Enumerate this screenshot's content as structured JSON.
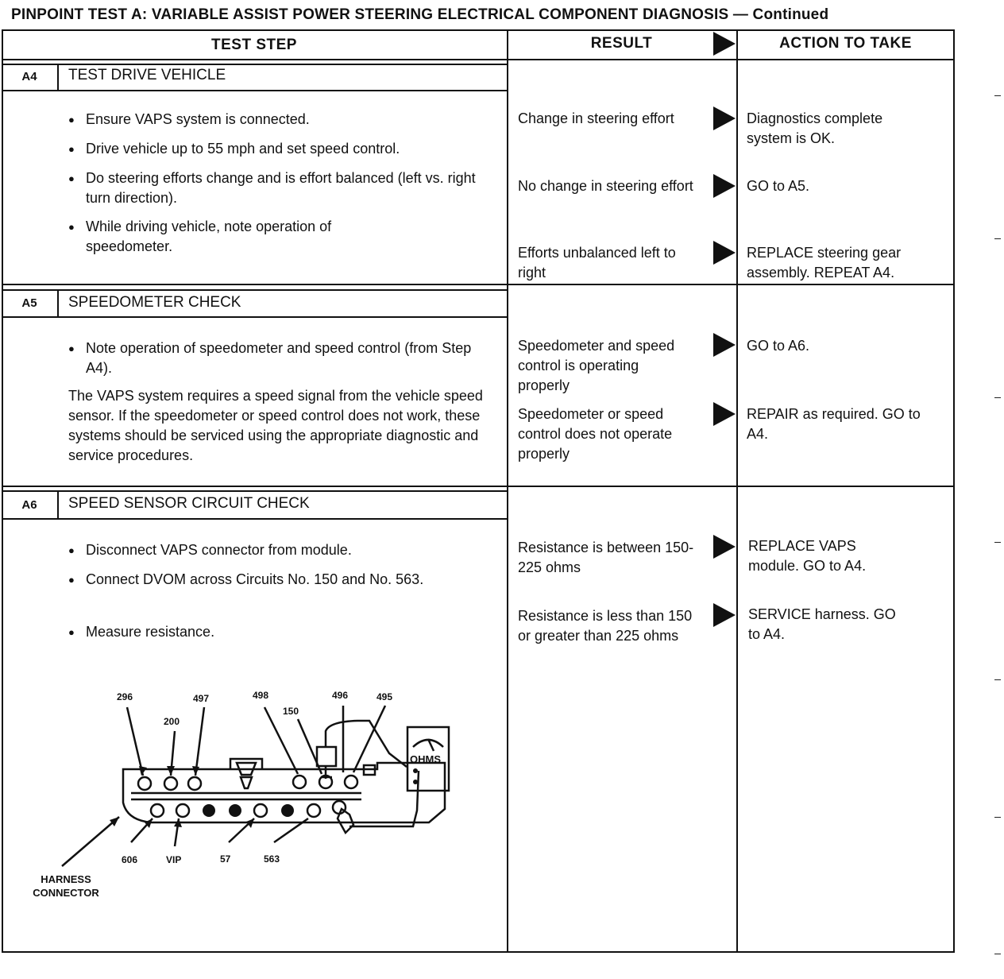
{
  "title": "PINPOINT TEST A: VARIABLE ASSIST POWER STEERING ELECTRICAL COMPONENT DIAGNOSIS — Continued",
  "headers": {
    "test_step": "TEST STEP",
    "result": "RESULT",
    "action": "ACTION TO TAKE"
  },
  "steps": [
    {
      "id": "A4",
      "title": "TEST DRIVE VEHICLE",
      "bullets": [
        "Ensure VAPS system is connected.",
        "Drive vehicle up to 55 mph and set speed control.",
        "Do steering efforts change and is effort balanced (left vs. right turn direction).",
        "While driving vehicle, note operation of speedometer."
      ],
      "results": [
        {
          "result": "Change in steering effort",
          "action": "Diagnostics complete system is OK."
        },
        {
          "result": "No change in steering effort",
          "action": "GO to A5."
        },
        {
          "result": "Efforts unbalanced left to right",
          "action": "REPLACE steering gear assembly. REPEAT A4."
        }
      ]
    },
    {
      "id": "A5",
      "title": "SPEEDOMETER CHECK",
      "bullets": [
        "Note operation of speedometer and speed control (from Step A4)."
      ],
      "paragraph": "The VAPS system requires a speed signal from the vehicle speed sensor. If the speedometer or speed control does not work, these systems should be serviced using the appropriate diagnostic and service procedures.",
      "results": [
        {
          "result": "Speedometer and speed control is operating properly",
          "action": "GO to A6."
        },
        {
          "result": "Speedometer or speed control does not operate properly",
          "action": "REPAIR as required. GO to A4."
        }
      ]
    },
    {
      "id": "A6",
      "title": "SPEED SENSOR CIRCUIT CHECK",
      "bullets": [
        "Disconnect VAPS connector from module.",
        "Connect DVOM across Circuits No. 150 and No. 563.",
        "Measure resistance."
      ],
      "results": [
        {
          "result": "Resistance is between 150-225 ohms",
          "action": "REPLACE VAPS module. GO to A4."
        },
        {
          "result": "Resistance is less than 150 or greater than 225 ohms",
          "action": "SERVICE harness. GO to A4."
        }
      ]
    }
  ],
  "diagram": {
    "top_labels": [
      "296",
      "200",
      "497",
      "498",
      "150",
      "496",
      "495"
    ],
    "bottom_labels": [
      "606",
      "VIP",
      "57",
      "563"
    ],
    "meter_label": "OHMS",
    "connector_label": "HARNESS CONNECTOR"
  }
}
